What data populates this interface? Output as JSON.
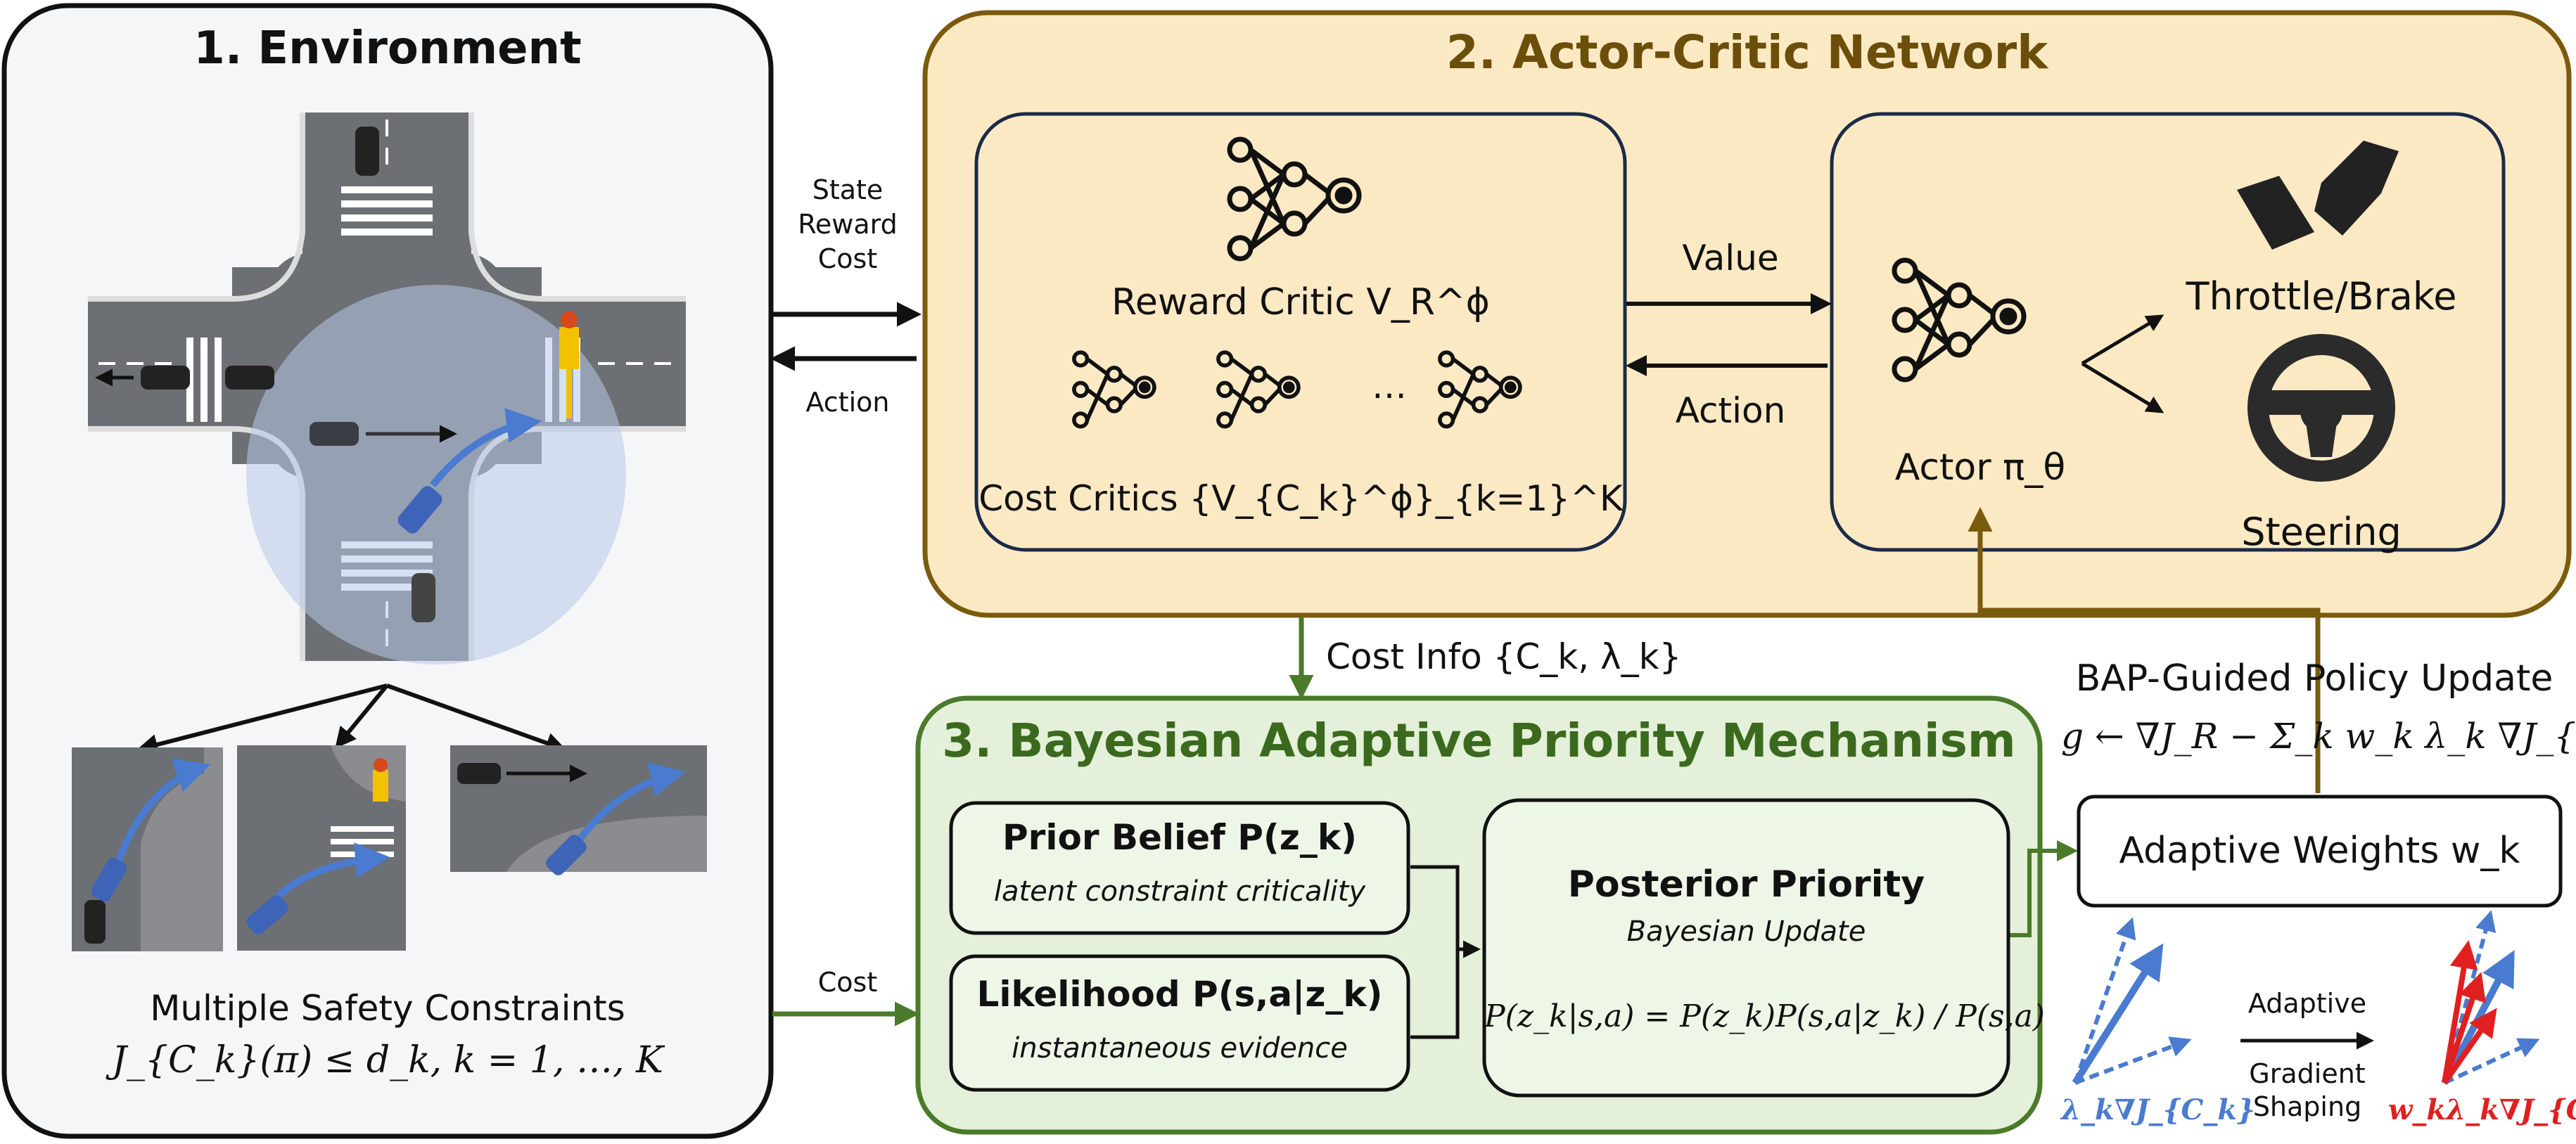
{
  "env": {
    "title": "1. Environment",
    "constraints_title": "Multiple Safety Constraints",
    "constraints_formula": "J_{C_k}(π) ≤ d_k, k = 1, …, K"
  },
  "links": {
    "state": "State",
    "reward": "Reward",
    "cost": "Cost",
    "action": "Action",
    "cost_bottom": "Cost",
    "value": "Value",
    "action_inner": "Action",
    "cost_info": "Cost Info {C_k, λ_k}"
  },
  "actor_critic": {
    "title": "2. Actor-Critic Network",
    "reward_critic": "Reward Critic V_R^ϕ",
    "ellipsis": "…",
    "cost_critics": "Cost Critics {V_{C_k}^ϕ}_{k=1}^K",
    "actor": "Actor π_θ",
    "throttle": "Throttle/Brake",
    "steering": "Steering"
  },
  "policy_update": {
    "title": "BAP-Guided Policy Update",
    "formula": "g ← ∇J_R − Σ_k w_k λ_k ∇J_{C_k}",
    "adaptive_weights": "Adaptive Weights w_k"
  },
  "bap": {
    "title": "3. Bayesian Adaptive Priority Mechanism",
    "prior_title": "Prior Belief P(z_k)",
    "prior_sub": "latent constraint criticality",
    "likelihood_title": "Likelihood P(s,a|z_k)",
    "likelihood_sub": "instantaneous evidence",
    "posterior_title": "Posterior Priority",
    "posterior_sub": "Bayesian Update",
    "posterior_formula": "P(z_k|s,a) = P(z_k)P(s,a|z_k) / P(s,a)"
  },
  "shaping": {
    "top": "Adaptive",
    "bottom1": "Gradient",
    "bottom2": "Shaping",
    "left_label": "λ_k∇J_{C_k}",
    "right_label": "w_kλ_k∇J_{C_k}"
  },
  "colors": {
    "env_bg": "#f5f6f8",
    "ac_fill": "#fbe9c3",
    "ac_border": "#7a5a0c",
    "ac_title": "#6b4e0a",
    "bap_fill": "#e4f0d9",
    "bap_border": "#4a7a2a",
    "bap_title": "#3b6a1e",
    "inner_border": "#1b2a48",
    "red": "#e02020",
    "blue": "#4a7bd0"
  }
}
